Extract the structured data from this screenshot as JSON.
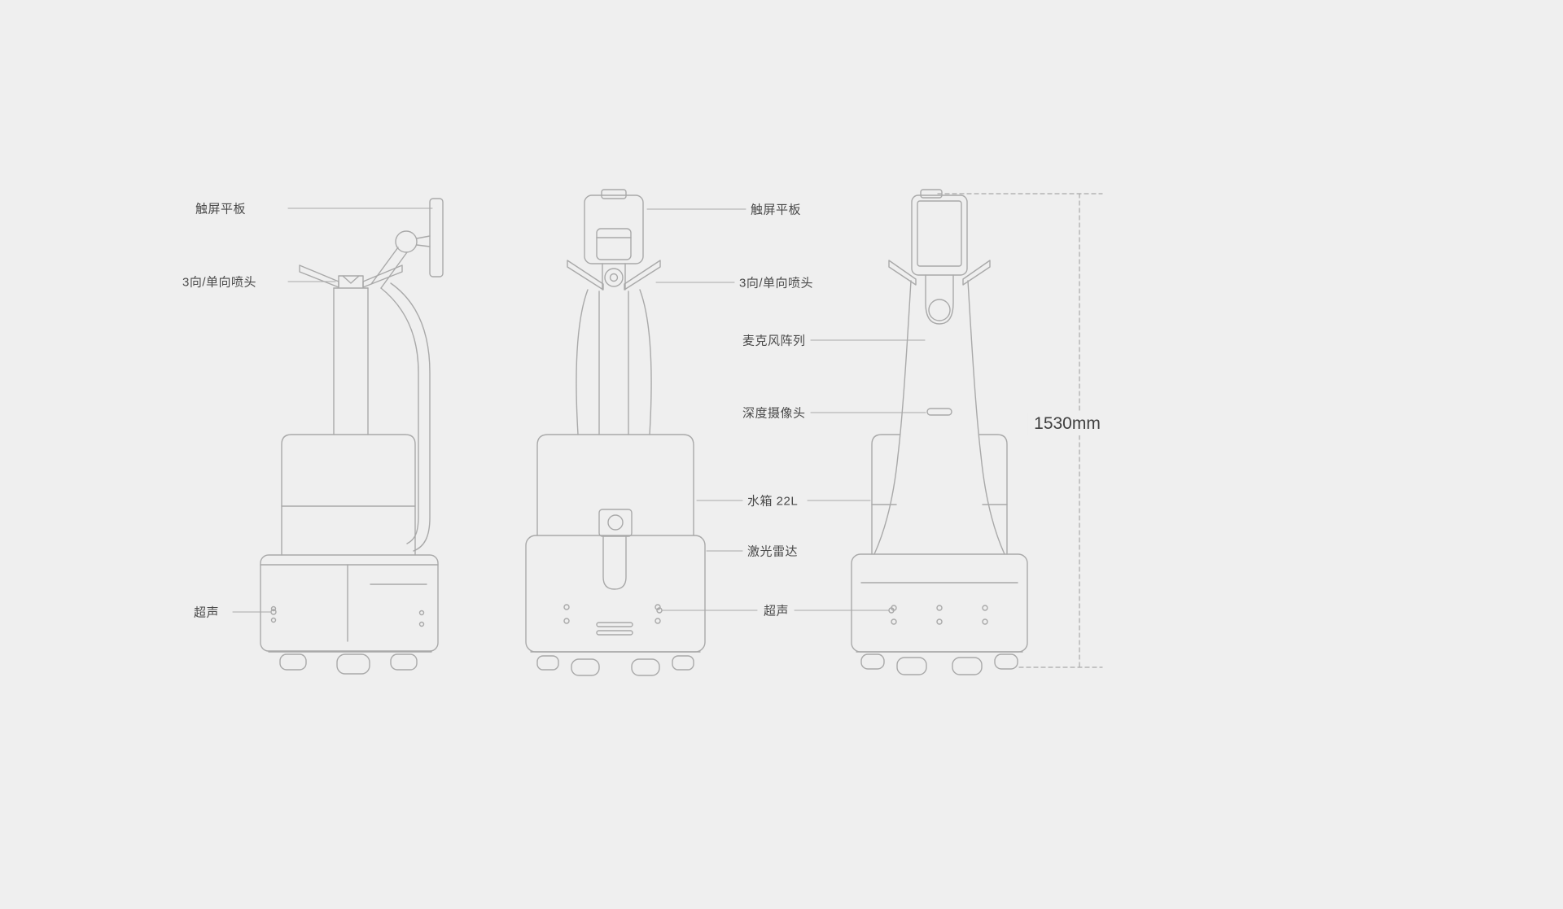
{
  "page": {
    "background_color": "#efefef",
    "line_color": "#a9a9a9",
    "label_color": "#4a4a4a"
  },
  "annotations_left": {
    "touchscreen": "触屏平板",
    "nozzle": "3向/单向喷头",
    "ultrasonic": "超声"
  },
  "annotations_center": {
    "touchscreen": "触屏平板",
    "nozzle": "3向/单向喷头",
    "microphone_array": "麦克风阵列",
    "depth_camera": "深度摄像头",
    "water_tank": "水箱 22L",
    "lidar": "激光雷达",
    "ultrasonic": "超声"
  },
  "dimension": {
    "height_label": "1530mm"
  }
}
